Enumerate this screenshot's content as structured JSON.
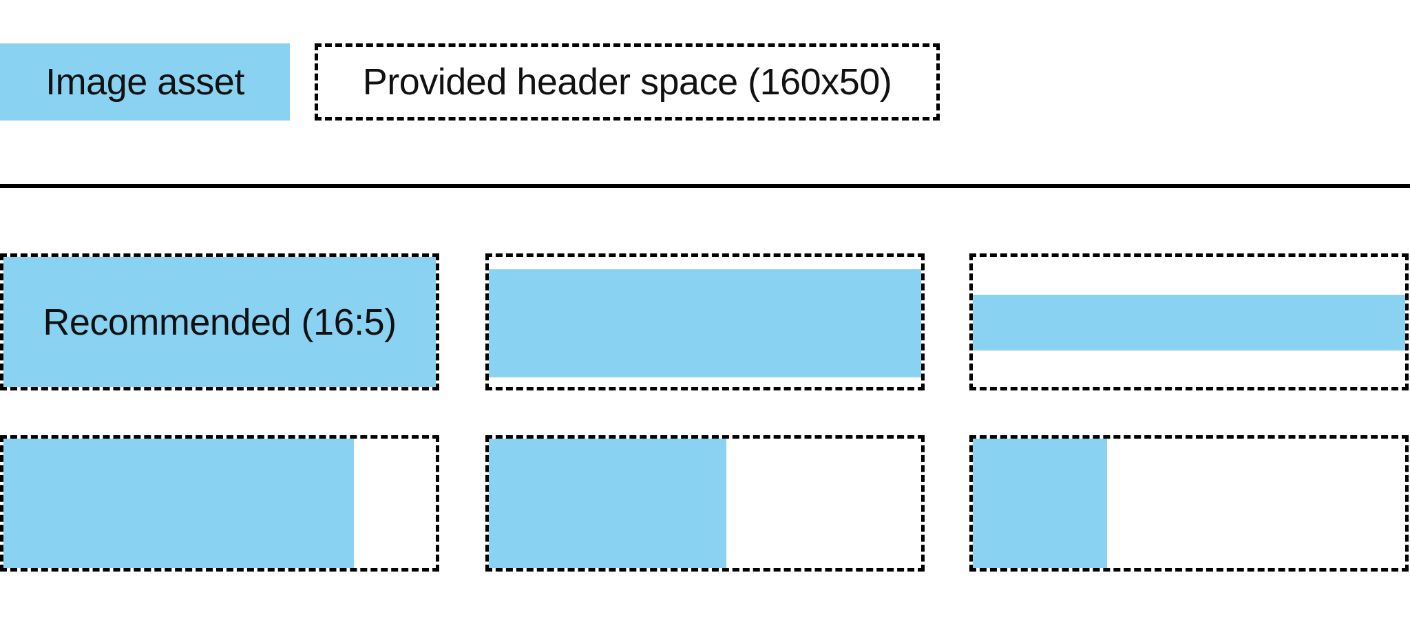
{
  "colors": {
    "asset_blue": "#8ad2f2",
    "border_black": "#000000",
    "text_black": "#111111",
    "background": "#ffffff"
  },
  "legend": {
    "image_asset_label": "Image asset",
    "header_space_label": "Provided header space (160x50)"
  },
  "examples": {
    "recommended_label": "Recommended (16:5)",
    "items": [
      {
        "name": "recommended-16x5-full-bleed",
        "description": "asset exactly fills header space",
        "fill": {
          "left_pct": 0,
          "top_pct": 0,
          "width_pct": 100,
          "height_pct": 100
        }
      },
      {
        "name": "wide-asset-small-letterbox",
        "description": "slightly wider asset, small white bands top and bottom",
        "fill": {
          "left_pct": 0,
          "top_pct": 9.5,
          "width_pct": 100,
          "height_pct": 83
        }
      },
      {
        "name": "very-wide-asset-large-letterbox",
        "description": "very wide asset, centered horizontal band",
        "fill": {
          "left_pct": 0,
          "top_pct": 29,
          "width_pct": 100,
          "height_pct": 43
        }
      },
      {
        "name": "tall-asset-small-pillarbox",
        "description": "slightly taller asset, white space at right",
        "fill": {
          "left_pct": 0,
          "top_pct": 0,
          "width_pct": 81,
          "height_pct": 100
        }
      },
      {
        "name": "tall-asset-medium-pillarbox",
        "description": "taller asset, fills about half the width",
        "fill": {
          "left_pct": 0,
          "top_pct": 0,
          "width_pct": 55,
          "height_pct": 100
        }
      },
      {
        "name": "square-asset-large-pillarbox",
        "description": "near-square asset, fills left third",
        "fill": {
          "left_pct": 0,
          "top_pct": 0,
          "width_pct": 31,
          "height_pct": 100
        }
      }
    ]
  }
}
